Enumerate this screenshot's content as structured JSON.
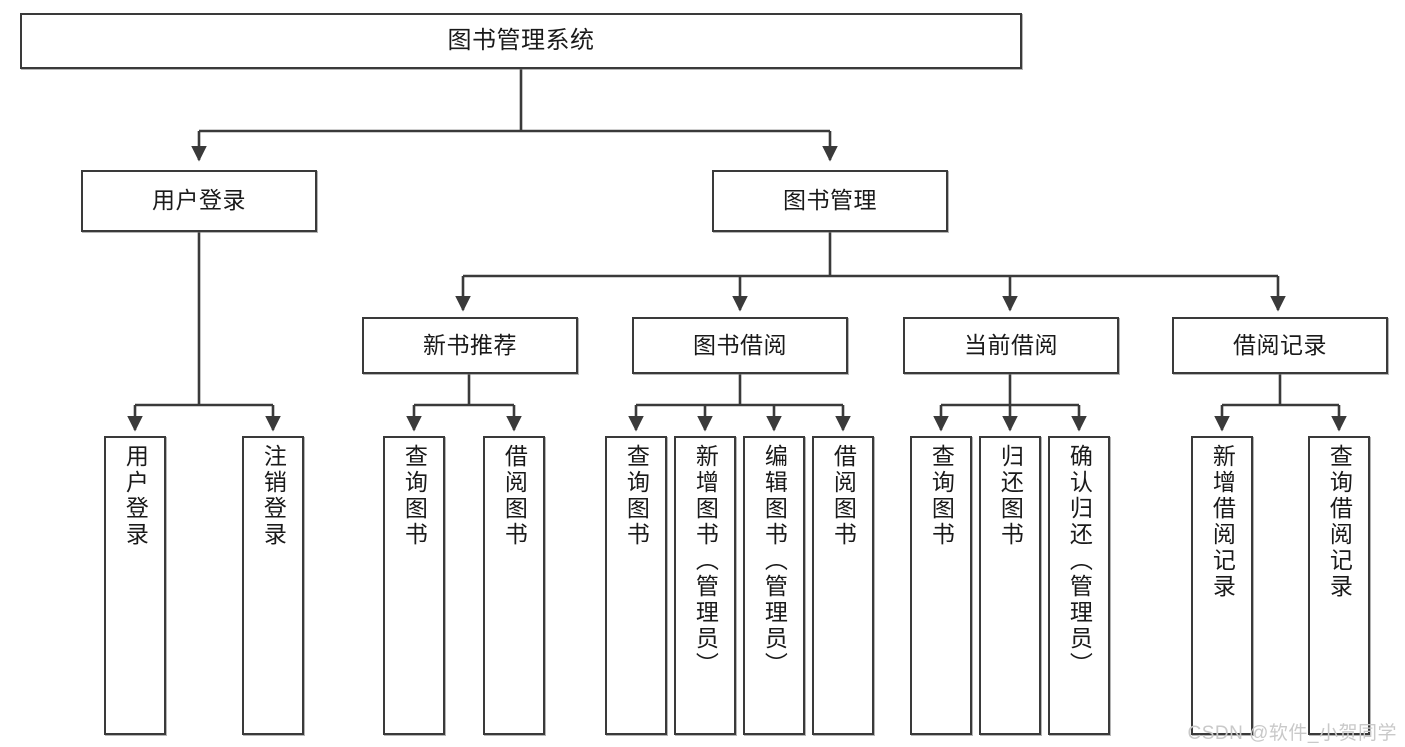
{
  "diagram": {
    "type": "tree-hierarchy",
    "title": "图书管理系统",
    "watermark": "CSDN @软件_小贺同学",
    "line_color": "#3a3a3a",
    "box_border_color": "#3a3a3a",
    "box_fill_color": "#ffffff",
    "text_color": "#1a1a1a",
    "root": {
      "id": "root",
      "label": "图书管理系统",
      "orientation": "horizontal"
    },
    "level2": [
      {
        "id": "user-login",
        "label": "用户登录",
        "orientation": "horizontal"
      },
      {
        "id": "book-management",
        "label": "图书管理",
        "orientation": "horizontal"
      }
    ],
    "level3": [
      {
        "id": "new-book-recommend",
        "label": "新书推荐",
        "orientation": "horizontal",
        "parent": "book-management"
      },
      {
        "id": "book-borrow",
        "label": "图书借阅",
        "orientation": "horizontal",
        "parent": "book-management"
      },
      {
        "id": "current-borrow",
        "label": "当前借阅",
        "orientation": "horizontal",
        "parent": "book-management"
      },
      {
        "id": "borrow-record",
        "label": "借阅记录",
        "orientation": "horizontal",
        "parent": "book-management"
      }
    ],
    "leaves": [
      {
        "id": "leaf-user-login",
        "label": "用户登录",
        "parent": "user-login",
        "orientation": "vertical"
      },
      {
        "id": "leaf-user-logout",
        "label": "注销登录",
        "parent": "user-login",
        "orientation": "vertical"
      },
      {
        "id": "leaf-rec-query-book",
        "label": "查询图书",
        "parent": "new-book-recommend",
        "orientation": "vertical"
      },
      {
        "id": "leaf-rec-borrow-book",
        "label": "借阅图书",
        "parent": "new-book-recommend",
        "orientation": "vertical"
      },
      {
        "id": "leaf-bb-query-book",
        "label": "查询图书",
        "parent": "book-borrow",
        "orientation": "vertical"
      },
      {
        "id": "leaf-bb-add-book",
        "label": "新增图书（管理员）",
        "parent": "book-borrow",
        "orientation": "vertical"
      },
      {
        "id": "leaf-bb-edit-book",
        "label": "编辑图书（管理员）",
        "parent": "book-borrow",
        "orientation": "vertical"
      },
      {
        "id": "leaf-bb-borrow-book",
        "label": "借阅图书",
        "parent": "book-borrow",
        "orientation": "vertical"
      },
      {
        "id": "leaf-cb-query-book",
        "label": "查询图书",
        "parent": "current-borrow",
        "orientation": "vertical"
      },
      {
        "id": "leaf-cb-return-book",
        "label": "归还图书",
        "parent": "current-borrow",
        "orientation": "vertical"
      },
      {
        "id": "leaf-cb-confirm-return",
        "label": "确认归还（管理员）",
        "parent": "current-borrow",
        "orientation": "vertical"
      },
      {
        "id": "leaf-br-add-record",
        "label": "新增借阅记录",
        "parent": "borrow-record",
        "orientation": "vertical"
      },
      {
        "id": "leaf-br-query-record",
        "label": "查询借阅记录",
        "parent": "borrow-record",
        "orientation": "vertical"
      }
    ]
  }
}
